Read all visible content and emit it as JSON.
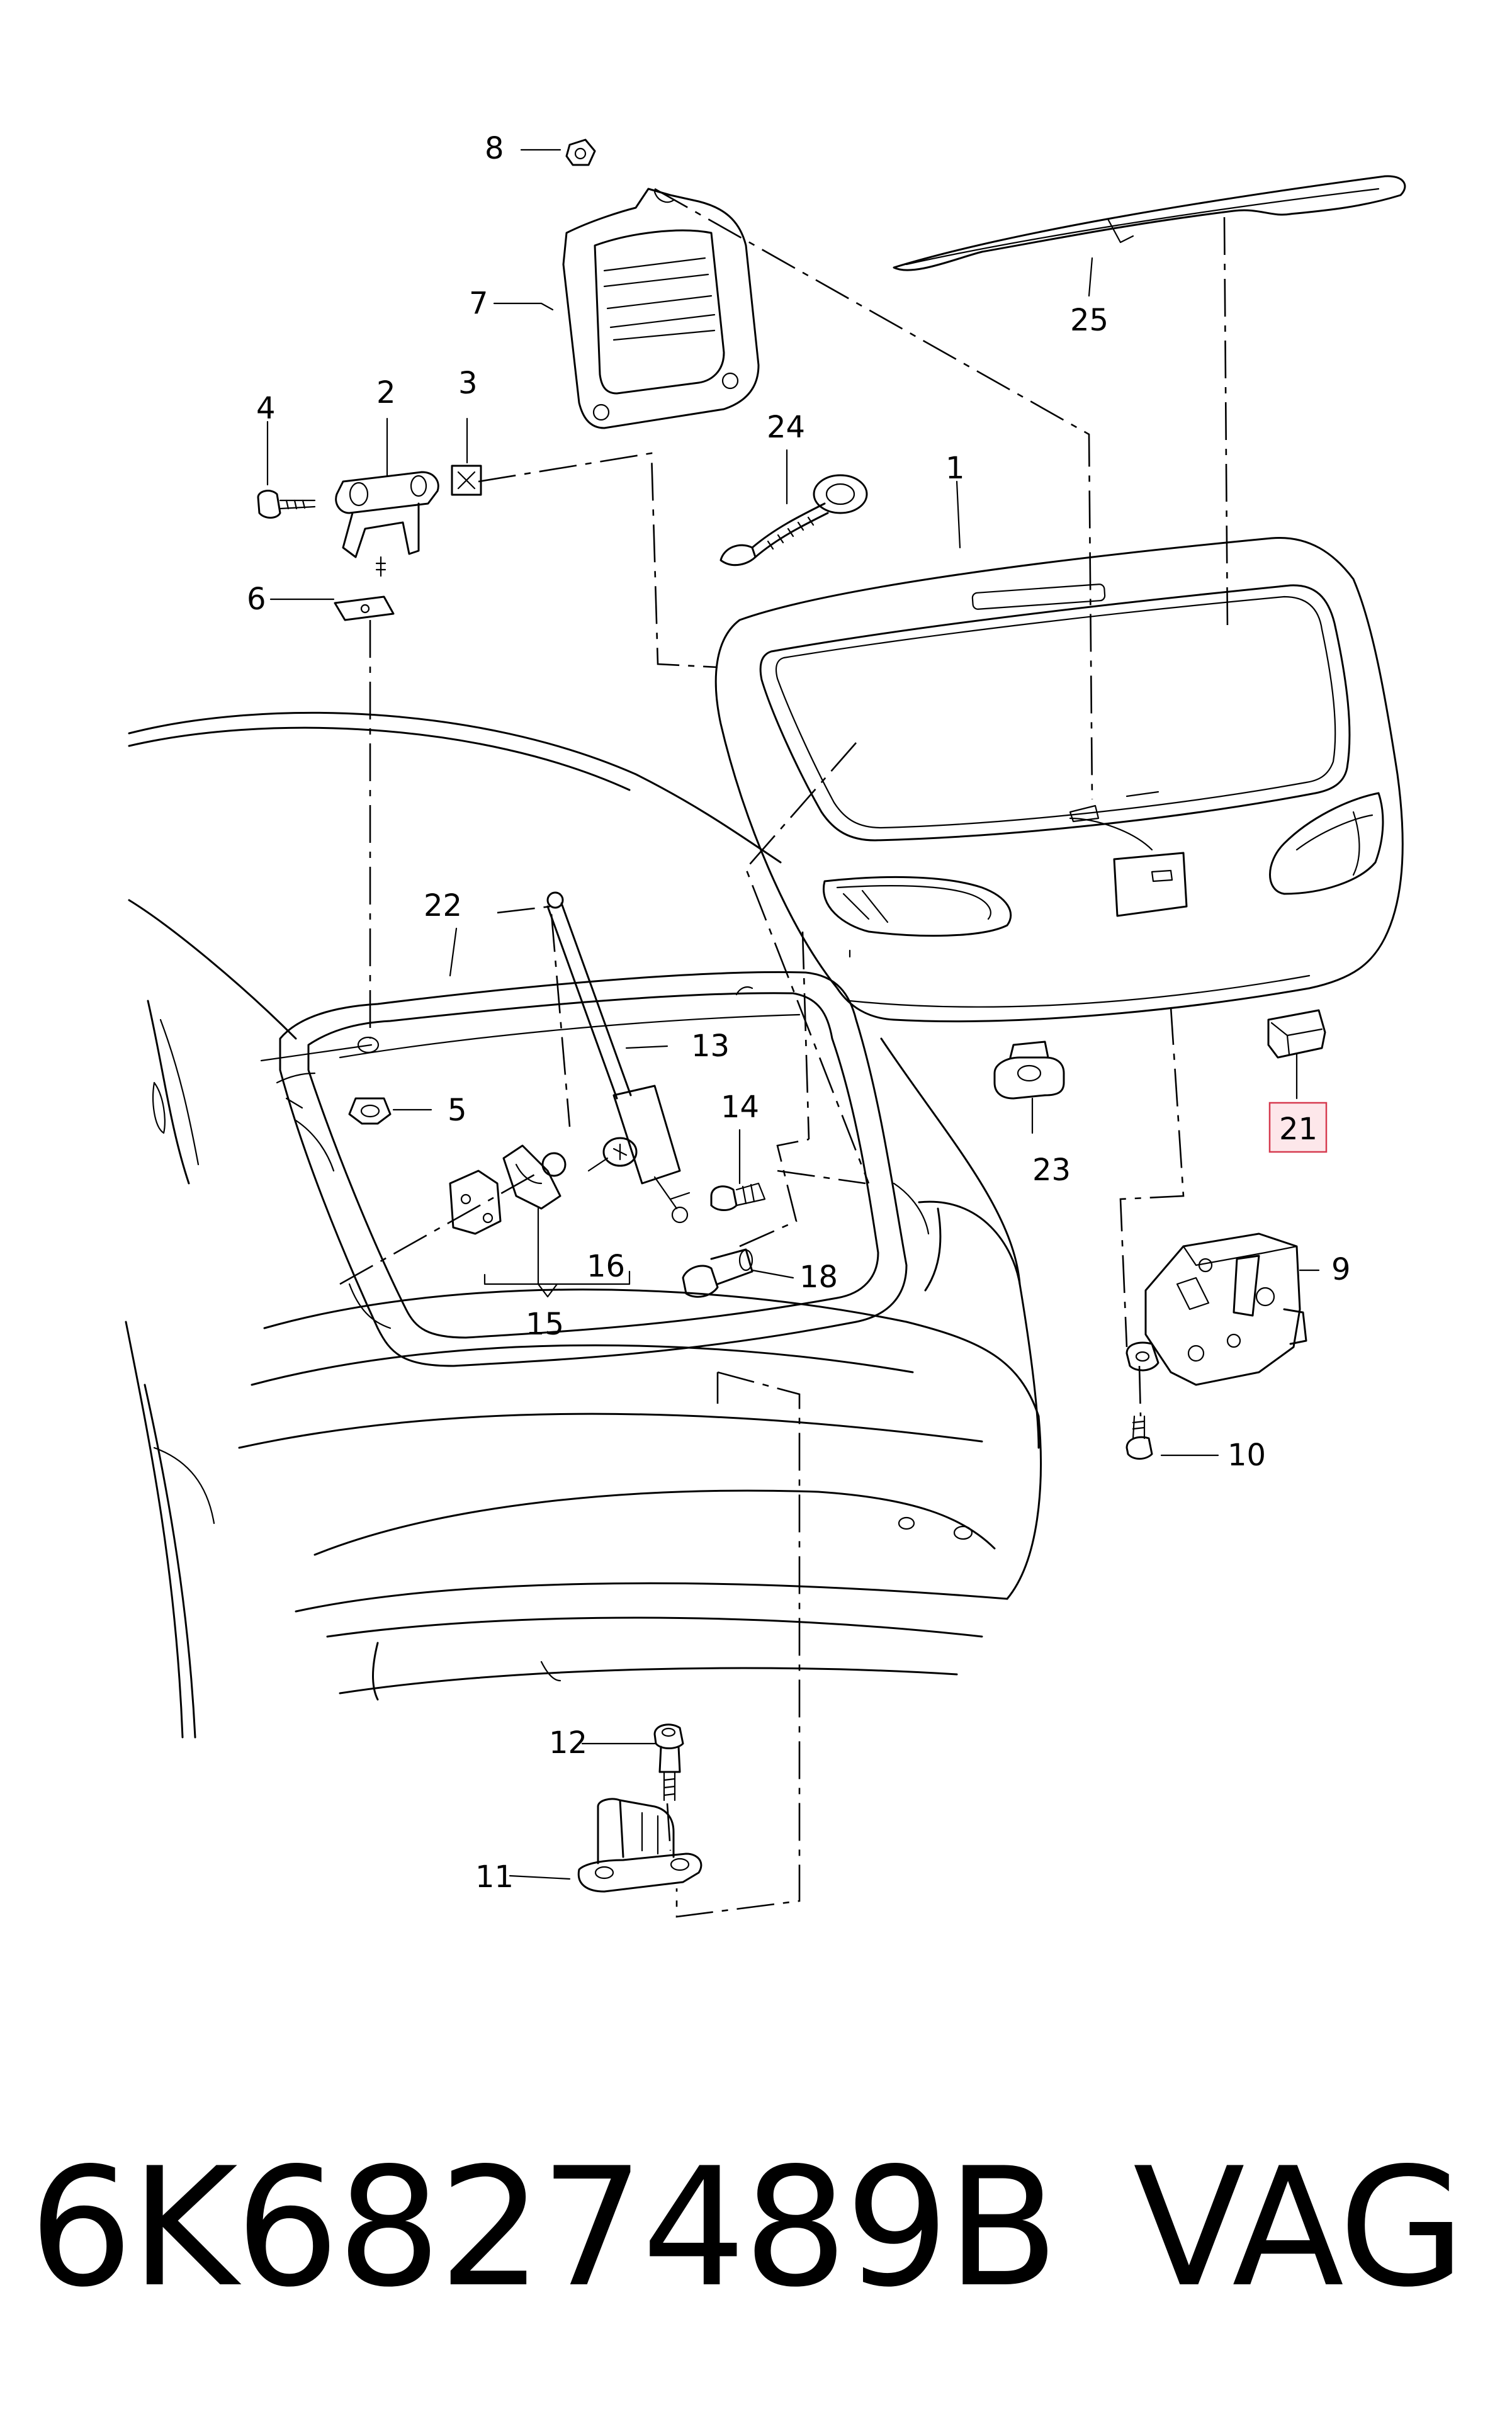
{
  "diagram": {
    "callouts": {
      "c1": "1",
      "c2": "2",
      "c3": "3",
      "c4": "4",
      "c5": "5",
      "c6": "6",
      "c7": "7",
      "c8": "8",
      "c9": "9",
      "c10": "10",
      "c11": "11",
      "c12": "12",
      "c13": "13",
      "c14": "14",
      "c15": "15",
      "c16": "16",
      "c18": "18",
      "c21": "21",
      "c22": "22",
      "c23": "23",
      "c24": "24",
      "c25": "25"
    },
    "highlighted_callout": "21",
    "highlight_color": "#d63a4f"
  },
  "footer": {
    "part_number": "6K6827489B",
    "brand": "VAG"
  }
}
